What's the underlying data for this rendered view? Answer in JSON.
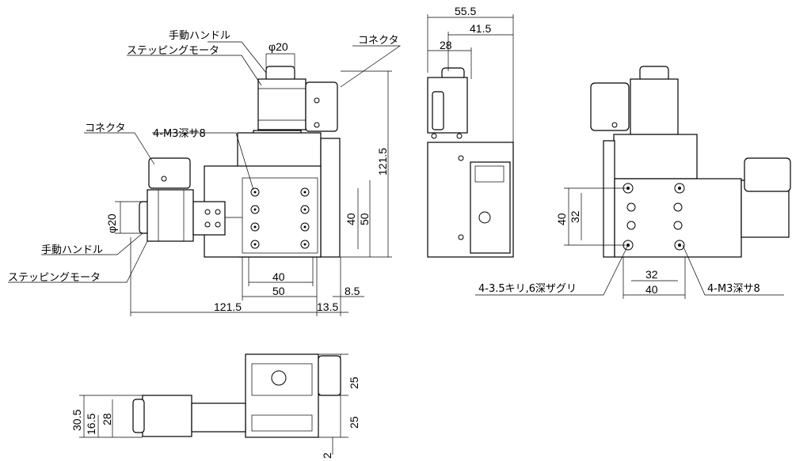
{
  "labels": {
    "handle": "手動ハンドル",
    "stepping_motor": "ステッピングモータ",
    "connector": "コネクタ",
    "tap_holes": "4-M3深サ8",
    "counterbore": "4-3.5キリ,6深ザグリ",
    "phi20": "φ20"
  },
  "dimensions": {
    "d121_5": "121.5",
    "d13_5": "13.5",
    "d8_5": "8.5",
    "d40": "40",
    "d50": "50",
    "d55_5": "55.5",
    "d41_5": "41.5",
    "d28": "28",
    "d32": "32",
    "d25": "25",
    "d30_5": "30.5",
    "d16_5": "16.5",
    "d2": "2"
  }
}
